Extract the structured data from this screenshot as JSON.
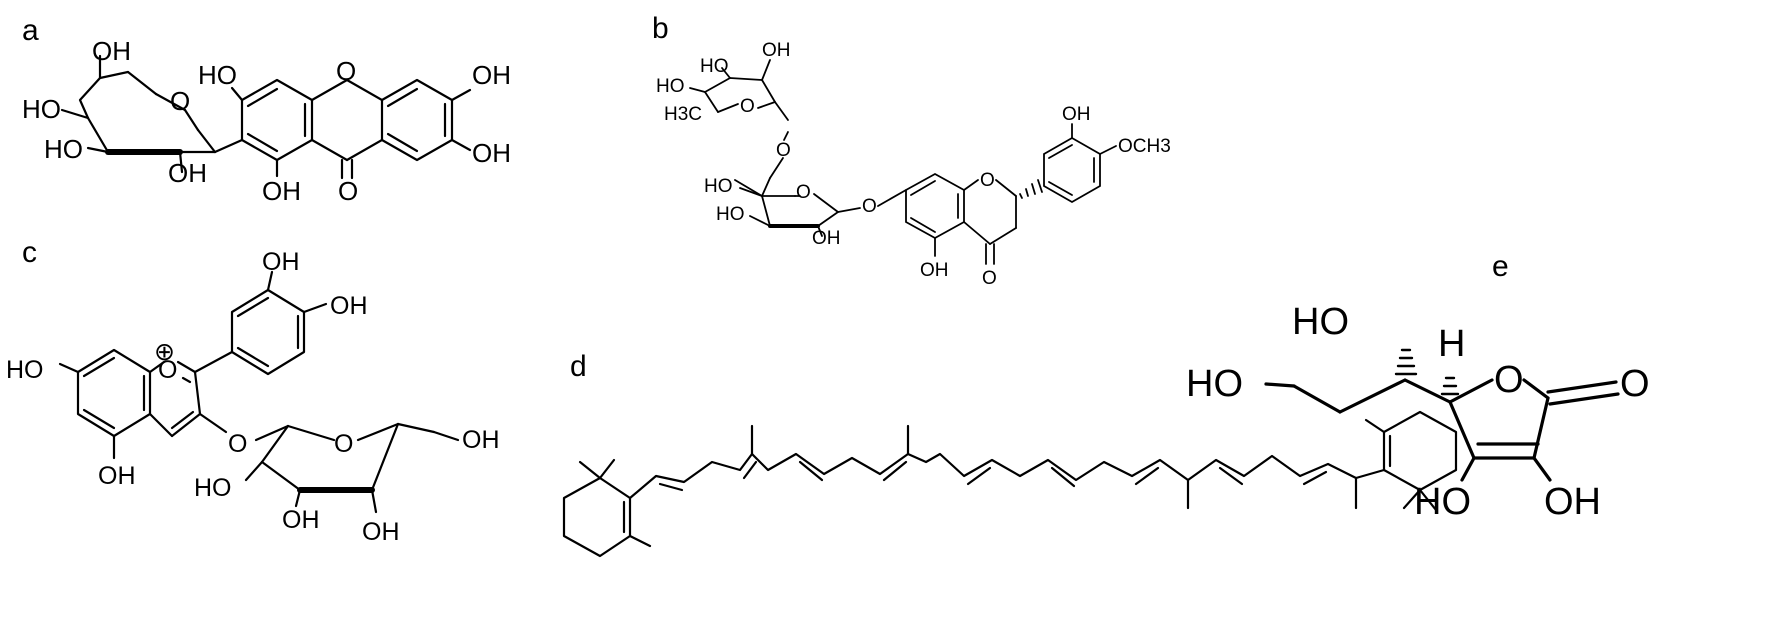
{
  "panels": {
    "a": {
      "label": "a",
      "atoms": {
        "oh_ch2": "OH",
        "oh_c4": "HO",
        "oh_c3": "HO",
        "oh_c2": "OH",
        "ring_o": "O",
        "oh_1": "HO",
        "oh_8": "OH",
        "ring_o_x": "O",
        "oh_6": "OH",
        "oh_7": "OH",
        "carbonyl_o": "O"
      }
    },
    "b": {
      "label": "b",
      "atoms": {
        "rha_oh_top": "OH",
        "rha_ho": "HO",
        "rha_ho2": "HO",
        "rha_o": "O",
        "rha_ch3": "H3C",
        "link_o": "O",
        "glc_ho_top": "HO",
        "glc_o": "O",
        "glc_ho_mid": "HO",
        "glc_oh": "OH",
        "glyc_o": "O",
        "flav_o": "O",
        "b_oh": "OH",
        "b_och3": "OCH3",
        "oh_5": "OH",
        "carbonyl_o": "O"
      }
    },
    "c": {
      "label": "c",
      "atoms": {
        "charge": "⊕",
        "o_plus": "O",
        "oh_7": "HO",
        "oh_5": "OH",
        "oh_3p": "OH",
        "oh_4p": "OH",
        "glyc_o": "O",
        "ring_o": "O",
        "ch2oh": "OH",
        "ho_2": "HO",
        "oh_3": "OH",
        "oh_4": "OH"
      }
    },
    "d": {
      "label": "d"
    },
    "e": {
      "label": "e",
      "atoms": {
        "ho_side": "HO",
        "ho_top": "HO",
        "h_stereo": "H",
        "ring_o": "O",
        "carbonyl_o": "O",
        "oh_left": "HO",
        "oh_right": "OH"
      }
    }
  }
}
